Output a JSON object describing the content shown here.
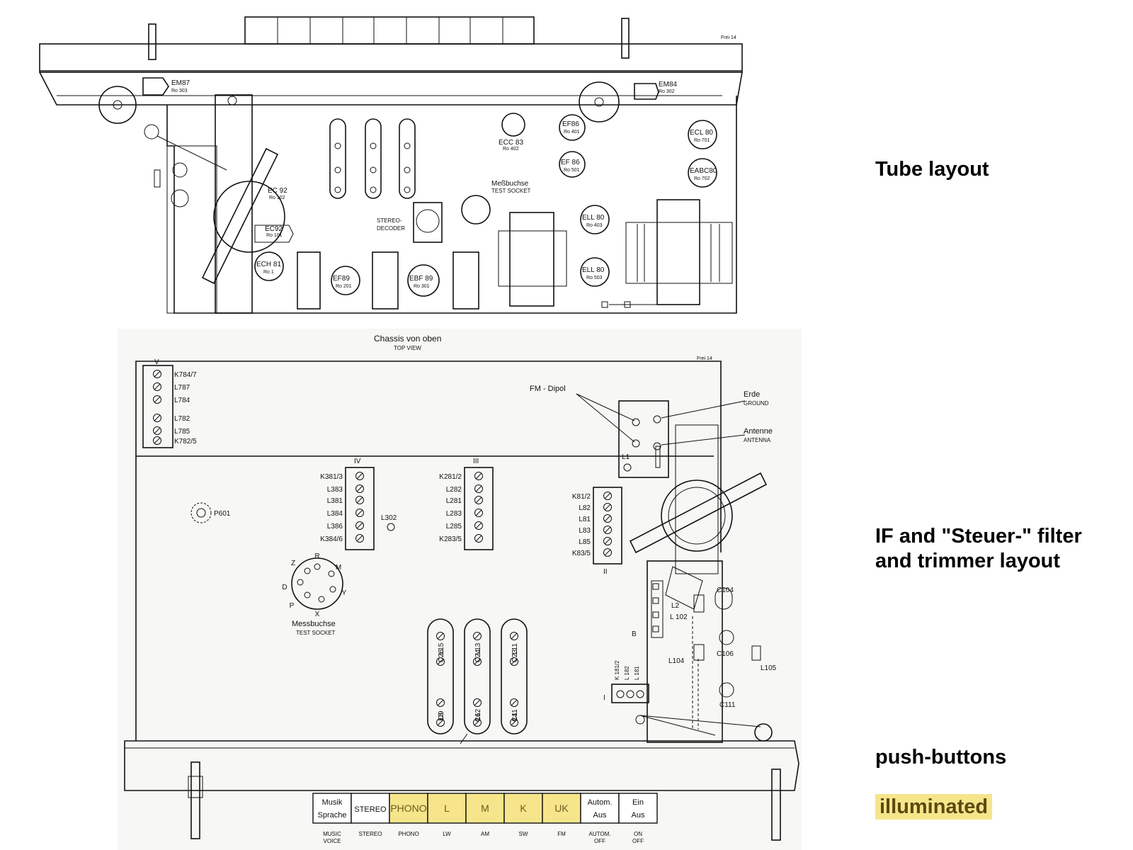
{
  "captions": {
    "tube_layout": "Tube layout",
    "if_layout": "IF and \"Steuer-\" filter and trimmer layout",
    "push_buttons": "push-buttons",
    "illuminated": "illuminated"
  },
  "colors": {
    "highlight": "#f6e58a",
    "line": "#111111"
  },
  "top_diagram": {
    "corner": "Frei 14",
    "tubes": [
      {
        "name": "EM87",
        "ref": "Ro 303"
      },
      {
        "name": "EM84",
        "ref": "Ro 302"
      },
      {
        "name": "EC 92",
        "ref": "Ro 102"
      },
      {
        "name": "EC92",
        "ref": "Ro 101"
      },
      {
        "name": "ECH 81",
        "ref": "Ro 1"
      },
      {
        "name": "EF89",
        "ref": "Ro 201"
      },
      {
        "name": "EBF 89",
        "ref": "Ro 301"
      },
      {
        "name": "ECC 83",
        "ref": "Ro 402"
      },
      {
        "name": "EF86",
        "ref": "Ro 401"
      },
      {
        "name": "EF 86",
        "ref": "Ro 501"
      },
      {
        "name": "ELL 80",
        "ref": "Ro 403"
      },
      {
        "name": "ELL 80",
        "ref": "Ro 503"
      },
      {
        "name": "ECL 80",
        "ref": "Ro 701"
      },
      {
        "name": "EABC80",
        "ref": "Ro 702"
      }
    ],
    "test_socket_de": "Meßbuchse",
    "test_socket_en": "TEST SOCKET",
    "stereo_decoder_1": "STEREO-",
    "stereo_decoder_2": "DECODER"
  },
  "bottom_diagram": {
    "title_de": "Chassis von oben",
    "title_en": "TOP VIEW",
    "corner": "Frei 14",
    "group_v": {
      "roman": "V",
      "items": [
        "K784/7",
        "L787",
        "L784",
        "L782",
        "L785",
        "K782/5"
      ]
    },
    "group_iv": {
      "roman": "IV",
      "items": [
        "K381/3",
        "L383",
        "L381",
        "L384",
        "L386",
        "K384/6"
      ]
    },
    "group_iii": {
      "roman": "III",
      "items": [
        "K281/2",
        "L282",
        "L281",
        "L283",
        "L285",
        "K283/5"
      ]
    },
    "group_ii": {
      "roman": "II",
      "items": [
        "K81/2",
        "L82",
        "L81",
        "L83",
        "L85",
        "K83/5"
      ]
    },
    "group_i": {
      "roman": "I",
      "items": [
        "K 181/2",
        "L 182",
        "L 181"
      ]
    },
    "l302": "L302",
    "p601": "P601",
    "fm_dipol": "FM - Dipol",
    "erde": "Erde",
    "ground": "GROUND",
    "antenne": "Antenne",
    "antenna": "ANTENNA",
    "l1": "L1",
    "socket_pins": [
      "R",
      "M",
      "Y",
      "X",
      "P",
      "D",
      "Z"
    ],
    "messbuchse": "Messbuchse",
    "test_socket": "TEST SOCKET",
    "slots": [
      [
        "L15",
        "C26",
        "C9",
        "L8"
      ],
      [
        "L13",
        "C24",
        "C12",
        "L6"
      ],
      [
        "L11",
        "C23",
        "C11",
        "L4"
      ]
    ],
    "rf": {
      "c104": "C104",
      "l2": "L2",
      "l102": "L 102",
      "b": "B",
      "c106": "C106",
      "l104": "L104",
      "l105": "L105",
      "c111": "C111"
    }
  },
  "buttons": [
    {
      "top": "Musik",
      "top2": "Sprache",
      "bottom": "MUSIC",
      "bottom2": "VOICE",
      "lit": false
    },
    {
      "top": "STEREO",
      "top2": "",
      "bottom": "STEREO",
      "bottom2": "",
      "lit": false
    },
    {
      "top": "PHONO",
      "top2": "",
      "bottom": "PHONO",
      "bottom2": "",
      "lit": true
    },
    {
      "top": "L",
      "top2": "",
      "bottom": "LW",
      "bottom2": "",
      "lit": true
    },
    {
      "top": "M",
      "top2": "",
      "bottom": "AM",
      "bottom2": "",
      "lit": true
    },
    {
      "top": "K",
      "top2": "",
      "bottom": "SW",
      "bottom2": "",
      "lit": true
    },
    {
      "top": "UK",
      "top2": "",
      "bottom": "FM",
      "bottom2": "",
      "lit": true
    },
    {
      "top": "Autom.",
      "top2": "Aus",
      "bottom": "AUTOM.",
      "bottom2": "OFF",
      "lit": false
    },
    {
      "top": "Ein",
      "top2": "Aus",
      "bottom": "ON",
      "bottom2": "OFF",
      "lit": false
    }
  ]
}
